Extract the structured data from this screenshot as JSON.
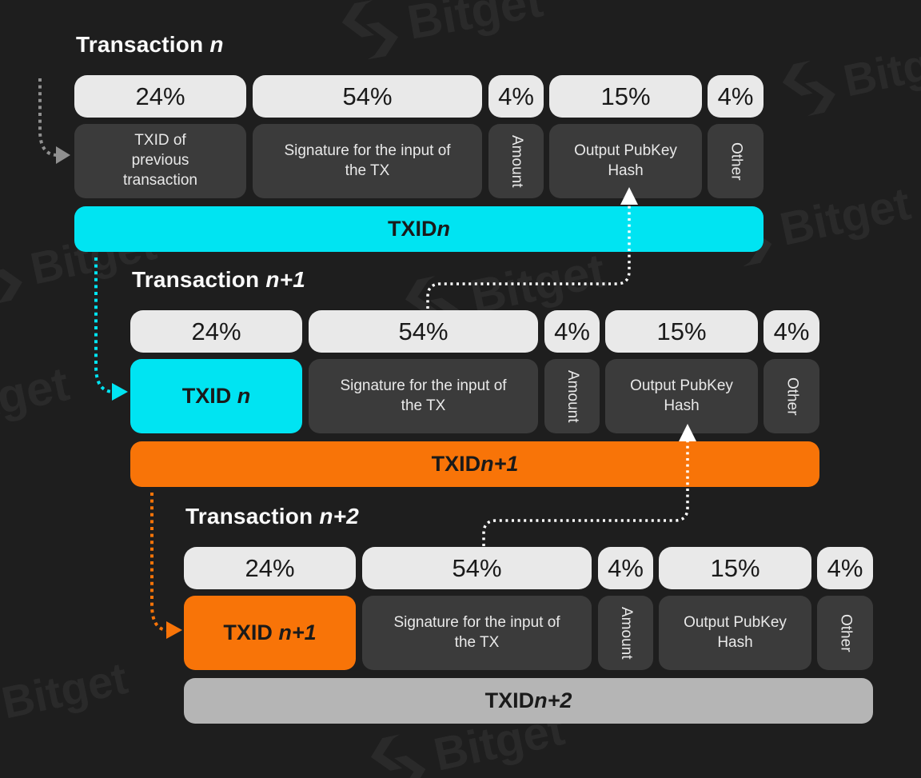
{
  "watermark": {
    "brand": "Bitget"
  },
  "colors": {
    "background": "#1e1e1e",
    "panel_light": "#e9e9e9",
    "panel_dark": "#3b3b3b",
    "accent_cyan": "#00e4f2",
    "accent_orange": "#f87408",
    "bar_gray": "#b5b5b5",
    "arrow_gray": "#909090",
    "arrow_white": "#ffffff",
    "text_dark": "#1a1a1a",
    "text_light": "#e9e9e9",
    "title_light": "#fafafa",
    "watermark_color": "#2a2a2a"
  },
  "transactions": [
    {
      "title_prefix": "Transaction ",
      "title_suffix": "n",
      "percents": [
        "24%",
        "54%",
        "4%",
        "15%",
        "4%"
      ],
      "fields": [
        {
          "label": "TXID of previous transaction"
        },
        {
          "label": "Signature for the input of the TX"
        },
        {
          "label": "Amount"
        },
        {
          "label": "Output PubKey Hash"
        },
        {
          "label": "Other"
        }
      ],
      "bar": {
        "label_prefix": "TXID ",
        "label_suffix": "n",
        "color": "cyan"
      }
    },
    {
      "title_prefix": "Transaction ",
      "title_suffix": "n+1",
      "percents": [
        "24%",
        "54%",
        "4%",
        "15%",
        "4%"
      ],
      "fields": [
        {
          "label_prefix": "TXID ",
          "label_suffix": "n"
        },
        {
          "label": "Signature for the input of the TX"
        },
        {
          "label": "Amount"
        },
        {
          "label": "Output PubKey Hash"
        },
        {
          "label": "Other"
        }
      ],
      "bar": {
        "label_prefix": "TXID ",
        "label_suffix": "n+1",
        "color": "orange"
      }
    },
    {
      "title_prefix": "Transaction ",
      "title_suffix": "n+2",
      "percents": [
        "24%",
        "54%",
        "4%",
        "15%",
        "4%"
      ],
      "fields": [
        {
          "label_prefix": "TXID ",
          "label_suffix": "n+1"
        },
        {
          "label": "Signature for the input of the TX"
        },
        {
          "label": "Amount"
        },
        {
          "label": "Output PubKey Hash"
        },
        {
          "label": "Other"
        }
      ],
      "bar": {
        "label_prefix": "TXID ",
        "label_suffix": "n+2",
        "color": "gray"
      }
    }
  ]
}
